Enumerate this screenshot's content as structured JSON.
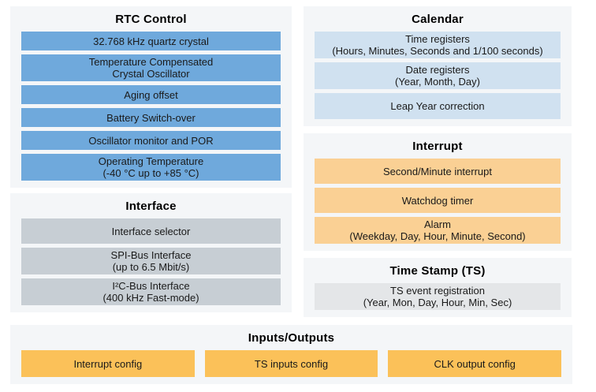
{
  "colors": {
    "panel_bg": "#F4F6F8",
    "blue": "#6FA9DC",
    "light_blue": "#D0E1F0",
    "gray": "#C7CED4",
    "ts_gray": "#E4E6E8",
    "light_orange": "#FAD094",
    "amber": "#FBC159",
    "text": "#1A1A1A"
  },
  "panels": {
    "rtc_control": {
      "title": "RTC Control",
      "boxes": [
        {
          "line1": "32.768 kHz quartz crystal"
        },
        {
          "line1": "Temperature Compensated",
          "line2": "Crystal Oscillator"
        },
        {
          "line1": "Aging offset"
        },
        {
          "line1": "Battery Switch-over"
        },
        {
          "line1": "Oscillator monitor and POR"
        },
        {
          "line1": "Operating Temperature",
          "line2": "(-40 °C up to +85 °C)"
        }
      ]
    },
    "interface": {
      "title": "Interface",
      "boxes": [
        {
          "line1": "Interface selector"
        },
        {
          "line1": "SPI-Bus Interface",
          "line2": "(up to 6.5 Mbit/s)"
        },
        {
          "line1": "I²C-Bus Interface",
          "line2": "(400 kHz Fast-mode)"
        }
      ]
    },
    "calendar": {
      "title": "Calendar",
      "boxes": [
        {
          "line1": "Time registers",
          "line2": "(Hours, Minutes, Seconds and 1/100 seconds)"
        },
        {
          "line1": "Date registers",
          "line2": "(Year, Month, Day)"
        },
        {
          "line1": "Leap Year correction"
        }
      ]
    },
    "interrupt": {
      "title": "Interrupt",
      "boxes": [
        {
          "line1": "Second/Minute interrupt"
        },
        {
          "line1": "Watchdog timer"
        },
        {
          "line1": "Alarm",
          "line2": "(Weekday, Day, Hour, Minute, Second)"
        }
      ]
    },
    "time_stamp": {
      "title": "Time Stamp (TS)",
      "boxes": [
        {
          "line1": "TS event registration",
          "line2": "(Year, Mon, Day, Hour, Min, Sec)"
        }
      ]
    },
    "inputs_outputs": {
      "title": "Inputs/Outputs",
      "boxes": [
        {
          "line1": "Interrupt config"
        },
        {
          "line1": "TS inputs config"
        },
        {
          "line1": "CLK output config"
        }
      ]
    }
  }
}
